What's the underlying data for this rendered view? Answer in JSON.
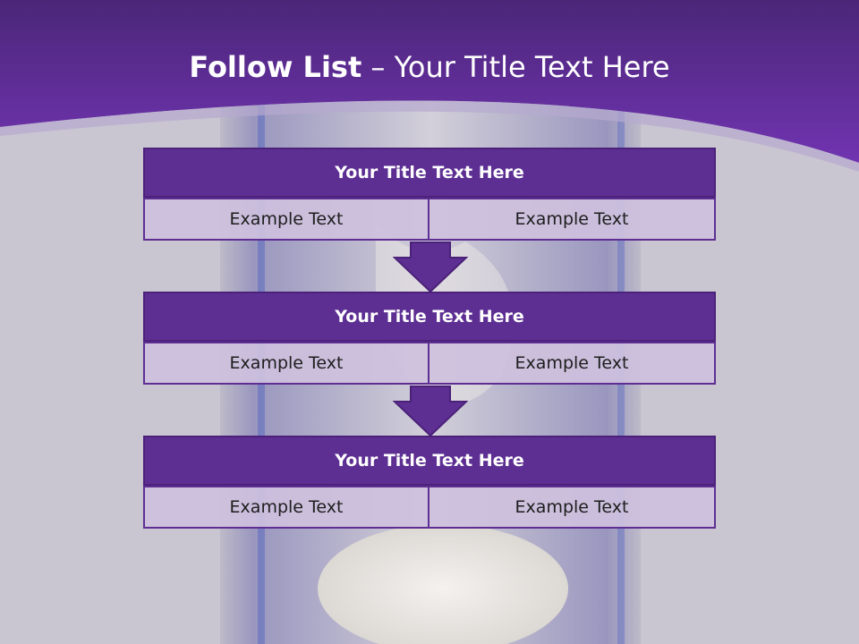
{
  "title": {
    "bold": "Follow List",
    "rest": " – Your Title Text Here"
  },
  "stages": [
    {
      "header": "Your Title Text Here",
      "left": "Example Text",
      "right": "Example Text"
    },
    {
      "header": "Your Title Text Here",
      "left": "Example Text",
      "right": "Example Text"
    },
    {
      "header": "Your Title Text Here",
      "left": "Example Text",
      "right": "Example Text"
    }
  ],
  "colors": {
    "banner_top": "#4a2678",
    "banner_bottom": "#7134b1",
    "header_fill": "#5d2f93",
    "cell_fill": "#cdc1de",
    "arrow_fill": "#5d2f93",
    "background": "#c9c6d2"
  }
}
